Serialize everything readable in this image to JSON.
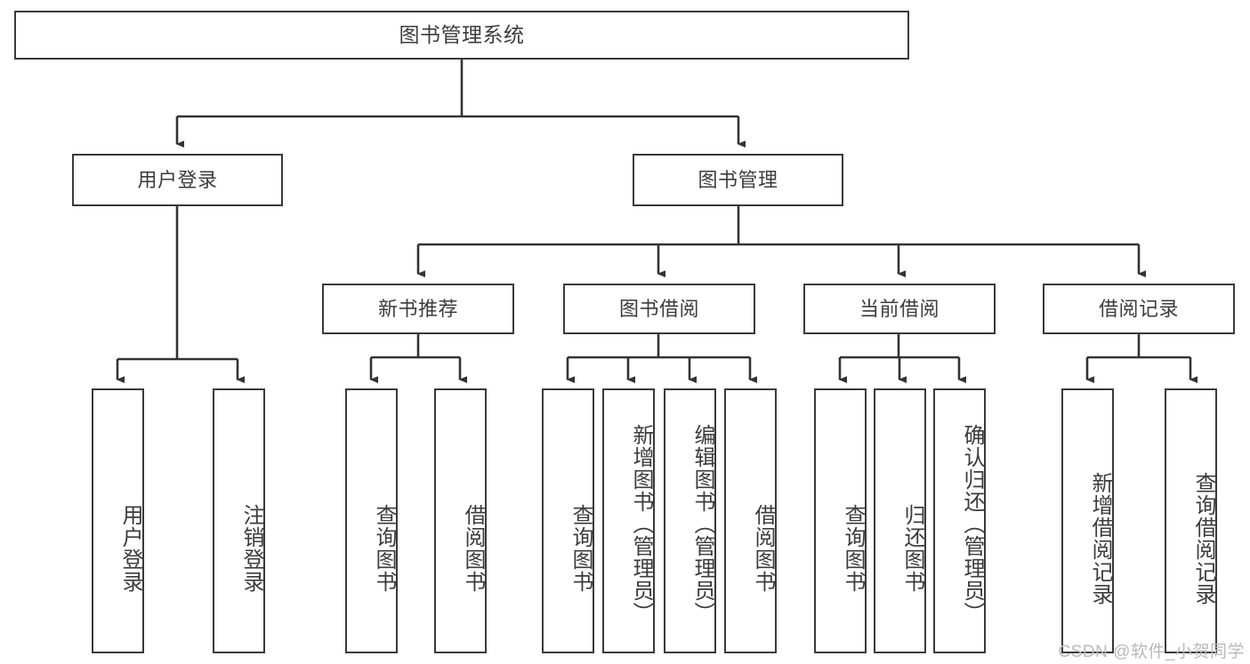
{
  "diagram": {
    "title": "图书管理系统",
    "type": "tree-hierarchy",
    "watermark": "CSDN @软件_小贺同学",
    "colors": {
      "box_border": "#3a3a3a",
      "box_fill": "#ffffff",
      "connector": "#333333",
      "text": "#3c3c3c",
      "watermark": "#b9b9b9"
    },
    "root": {
      "label": "图书管理系统"
    },
    "level2": [
      {
        "label": "用户登录"
      },
      {
        "label": "图书管理"
      }
    ],
    "level3": [
      {
        "label": "新书推荐"
      },
      {
        "label": "图书借阅"
      },
      {
        "label": "当前借阅"
      },
      {
        "label": "借阅记录"
      }
    ],
    "leaves": {
      "user_login": [
        {
          "label": "用户登录"
        },
        {
          "label": "注销登录"
        }
      ],
      "new_book_recommend": [
        {
          "label": "查询图书"
        },
        {
          "label": "借阅图书"
        }
      ],
      "book_borrow": [
        {
          "label": "查询图书"
        },
        {
          "label": "新增图书（管理员）"
        },
        {
          "label": "编辑图书（管理员）"
        },
        {
          "label": "借阅图书"
        }
      ],
      "current_borrow": [
        {
          "label": "查询图书"
        },
        {
          "label": "归还图书"
        },
        {
          "label": "确认归还（管理员）"
        }
      ],
      "borrow_record": [
        {
          "label": "新增借阅记录"
        },
        {
          "label": "查询借阅记录"
        }
      ]
    }
  }
}
